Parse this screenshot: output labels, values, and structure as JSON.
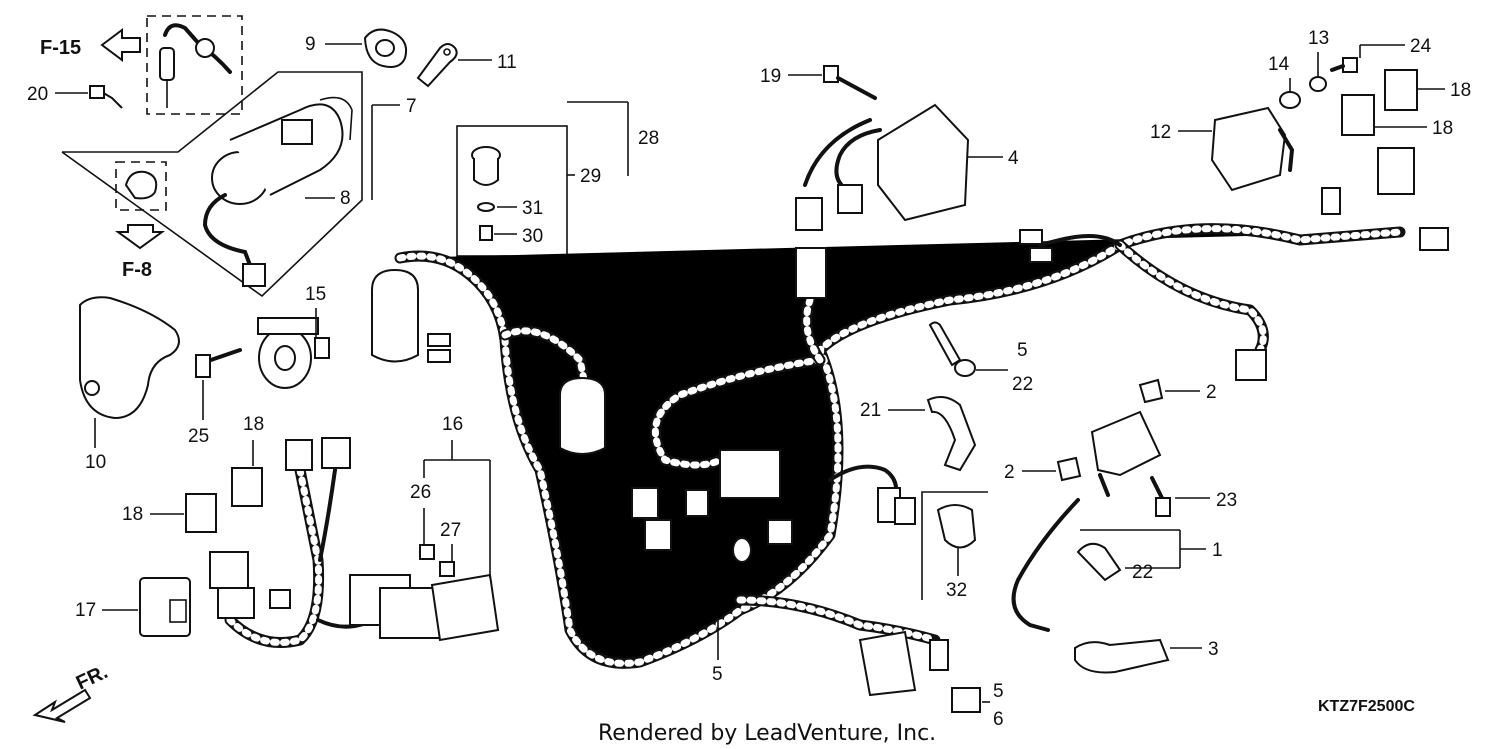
{
  "diagram": {
    "refs": {
      "f15": "F-15",
      "f8": "F-8",
      "fr": "FR."
    },
    "callouts": {
      "p1": "1",
      "p2a": "2",
      "p2b": "2",
      "p3": "3",
      "p4": "4",
      "p5a": "5",
      "p5b": "5",
      "p5c": "5",
      "p6": "6",
      "p7": "7",
      "p8": "8",
      "p9": "9",
      "p10": "10",
      "p11": "11",
      "p12": "12",
      "p13": "13",
      "p14": "14",
      "p15": "15",
      "p16": "16",
      "p17": "17",
      "p18a": "18",
      "p18b": "18",
      "p18c": "18",
      "p18d": "18",
      "p19": "19",
      "p20": "20",
      "p21": "21",
      "p22a": "22",
      "p22b": "22",
      "p23": "23",
      "p24": "24",
      "p25": "25",
      "p26": "26",
      "p27": "27",
      "p28": "28",
      "p29": "29",
      "p30": "30",
      "p31": "31",
      "p32": "32"
    },
    "diagram_code": "KTZ7F2500C",
    "footer": "Rendered by LeadVenture, Inc."
  }
}
